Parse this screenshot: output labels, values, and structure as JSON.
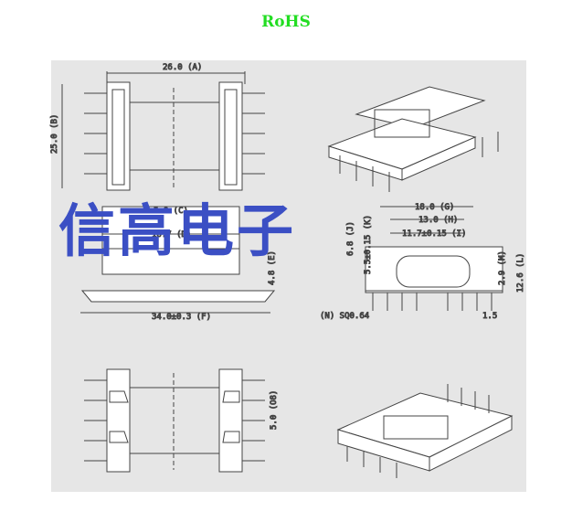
{
  "header": {
    "rohs": "RoHS"
  },
  "watermark": {
    "text": "信高电子",
    "color": "#3b4fc4"
  },
  "rohs_color": "#22dd22",
  "dimensions": {
    "width_top": "26.0 (A)",
    "height_left": "25.0 (B)",
    "total_width": "34.0±0.3 (F)",
    "offset_c": "5.0 (C)",
    "offset_d": "16.7 (D)",
    "lead_h": "4.8 (E)",
    "right_w": "18.0 (G)",
    "right_h": "13.0 (H)",
    "right_i": "11.7±0.15 (I)",
    "height_j": "6.8 (J)",
    "inner_k": "5.5±0.15 (K)",
    "total_l": "12.6 (L)",
    "bottom_m": "2.9 (M)",
    "pin_pitch": "1.5",
    "pin_note": "(N) SQ0.64",
    "pitch_o": "5.0 (O8)"
  }
}
